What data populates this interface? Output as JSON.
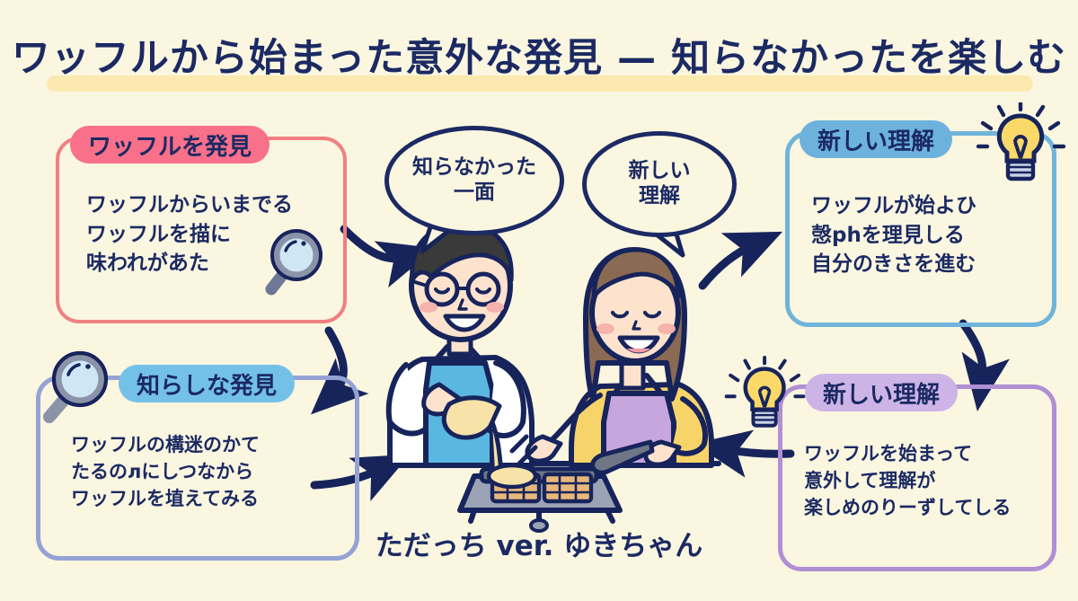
{
  "page": {
    "background_color": "#fbf6e0",
    "ink_color": "#1b2a63"
  },
  "header": {
    "title": "ワッフルから始まった意外な発見 — 知らなかったを楽しむ",
    "highlight_color": "#fbe9b0"
  },
  "cards": [
    {
      "id": "top-left",
      "pill_label": "ワッフルを発見",
      "pill_color": "#f9708a",
      "border_color": "#f08080",
      "body": "ワッフルからいまでる\nワッフルを描に\n味われがあた",
      "icon": "magnifier-icon"
    },
    {
      "id": "bottom-left",
      "pill_label": "知らしな発見",
      "pill_color": "#74c1e8",
      "border_color": "#95a2d4",
      "body": "ワッフルの構迷のかて\nたるのлにしつなから\nワッフルを埴えてみる",
      "icon": "magnifier-icon"
    },
    {
      "id": "top-right",
      "pill_label": "新しい理解",
      "pill_color": "#6cb2dd",
      "border_color": "#6fb4da",
      "body": "ワッフルが始よひ\n愨phを理見しる\n自分のきさを進む",
      "icon": "lightbulb-icon"
    },
    {
      "id": "bottom-right",
      "pill_label": "新しい理解",
      "pill_color": "#cdb4e6",
      "border_color": "#b08fd4",
      "body": "ワッフルを始まって\n意外して理解が\n楽しめのりーずしてしる",
      "icon": "lightbulb-icon"
    }
  ],
  "bubbles": [
    {
      "id": "left",
      "text": "知らなかった\n一面"
    },
    {
      "id": "right",
      "text": "新しい\n理解"
    }
  ],
  "caption": "ただっち ver. ゆきちゃん",
  "illustration": {
    "name": "two-people-making-waffles",
    "colors": {
      "skin": "#fde3cd",
      "man_hair": "#3a3a3a",
      "man_apron": "#59b7e0",
      "woman_hair": "#8a6a52",
      "woman_shirt": "#f7d46a",
      "woman_apron": "#c7a5dd",
      "batter": "#f7e3a8",
      "waffle": "#e8b87a",
      "iron": "#8f98ad"
    }
  },
  "icons": {
    "magnifier_lens": "#cfe7f5",
    "magnifier_ring": "#8b93a8",
    "bulb_body": "#fbd969",
    "bulb_base": "#c8d2e6"
  }
}
